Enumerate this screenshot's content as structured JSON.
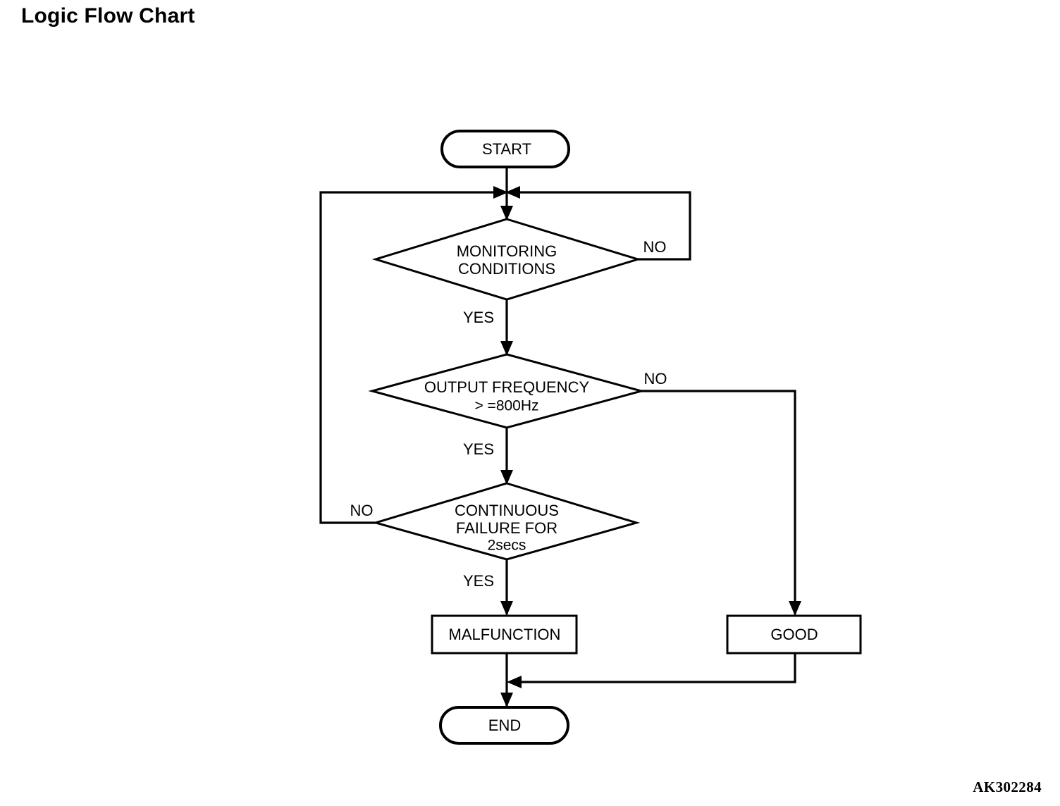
{
  "page": {
    "title": "Logic Flow Chart",
    "figure_code": "AK302284",
    "background_color": "#ffffff",
    "line_color": "#000000"
  },
  "chart_data": {
    "type": "diagram",
    "title": "Logic Flow Chart",
    "nodes": [
      {
        "id": "start",
        "shape": "terminator",
        "label": "START"
      },
      {
        "id": "monitoring",
        "shape": "decision",
        "label_line1": "MONITORING",
        "label_line2": "CONDITIONS"
      },
      {
        "id": "frequency",
        "shape": "decision",
        "label_line1": "OUTPUT FREQUENCY",
        "label_line2": "> =800Hz"
      },
      {
        "id": "continuous",
        "shape": "decision",
        "label_line1": "CONTINUOUS",
        "label_line2": "FAILURE FOR",
        "label_line3": "2secs"
      },
      {
        "id": "malfunction",
        "shape": "process",
        "label": "MALFUNCTION"
      },
      {
        "id": "good",
        "shape": "process",
        "label": "GOOD"
      },
      {
        "id": "end",
        "shape": "terminator",
        "label": "END"
      }
    ],
    "edges": [
      {
        "from": "start",
        "to": "monitoring",
        "label": ""
      },
      {
        "from": "monitoring",
        "to": "frequency",
        "label": "YES"
      },
      {
        "from": "monitoring",
        "to": "monitoring",
        "label": "NO"
      },
      {
        "from": "frequency",
        "to": "continuous",
        "label": "YES"
      },
      {
        "from": "frequency",
        "to": "good",
        "label": "NO"
      },
      {
        "from": "continuous",
        "to": "malfunction",
        "label": "YES"
      },
      {
        "from": "continuous",
        "to": "monitoring",
        "label": "NO"
      },
      {
        "from": "malfunction",
        "to": "end",
        "label": ""
      },
      {
        "from": "good",
        "to": "end",
        "label": ""
      }
    ]
  },
  "labels": {
    "start": "START",
    "end": "END",
    "malfunction": "MALFUNCTION",
    "good": "GOOD",
    "monitoring_l1": "MONITORING",
    "monitoring_l2": "CONDITIONS",
    "frequency_l1": "OUTPUT FREQUENCY",
    "frequency_l2": "> =800Hz",
    "continuous_l1": "CONTINUOUS",
    "continuous_l2": "FAILURE FOR",
    "continuous_l3": "2secs",
    "yes_1": "YES",
    "yes_2": "YES",
    "yes_3": "YES",
    "no_monitoring": "NO",
    "no_frequency": "NO",
    "no_continuous": "NO"
  }
}
